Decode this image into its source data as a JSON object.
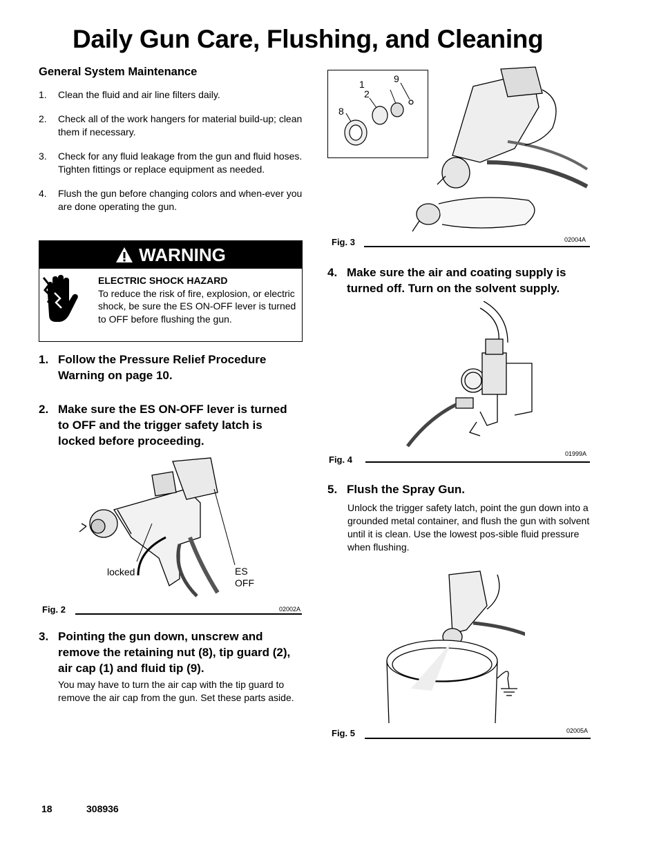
{
  "page": {
    "title": "Daily Gun Care, Flushing, and Cleaning",
    "page_number": "18",
    "doc_number": "308936"
  },
  "maintenance": {
    "heading": "General System Maintenance",
    "items": [
      {
        "num": "1.",
        "text": "Clean the fluid and air line filters daily."
      },
      {
        "num": "2.",
        "text": "Check all of the work hangers for material build-up; clean them if necessary."
      },
      {
        "num": "3.",
        "text": "Check for any fluid leakage from the gun and fluid hoses. Tighten fittings or replace equipment as needed."
      },
      {
        "num": "4.",
        "text": "Flush the gun before changing colors and when-ever you are done operating the gun."
      }
    ]
  },
  "warning": {
    "label": "WARNING",
    "hazard": "ELECTRIC SHOCK HAZARD",
    "text": "To reduce the risk of fire, explosion, or electric shock, be sure the ES ON-OFF lever is turned to OFF before flushing the gun."
  },
  "steps": [
    {
      "num": "1.",
      "text": "Follow the Pressure Relief Procedure Warning on page 10."
    },
    {
      "num": "2.",
      "text": "Make sure the ES ON-OFF lever is turned to OFF and the trigger safety latch is locked before proceeding."
    },
    {
      "num": "3.",
      "text": "Pointing the gun down, unscrew and remove the retaining nut (8), tip guard (2), air cap (1) and fluid tip (9).",
      "body": "You may have to turn the air cap with the tip guard to remove the air cap from the gun. Set these parts aside."
    },
    {
      "num": "4.",
      "text": "Make sure the air and coating supply is turned off. Turn on the solvent supply."
    },
    {
      "num": "5.",
      "text": "Flush the Spray Gun.",
      "body": "Unlock the trigger safety latch, point the gun down into a grounded metal container, and flush the gun with solvent until it is clean.  Use the lowest pos-sible fluid pressure when flushing."
    }
  ],
  "figures": {
    "fig2": {
      "label": "Fig. 2",
      "code": "02002A",
      "callout_locked": "locked",
      "callout_es": "ES",
      "callout_off": "OFF"
    },
    "fig3": {
      "label": "Fig. 3",
      "code": "02004A",
      "parts": [
        "1",
        "9",
        "2",
        "8"
      ]
    },
    "fig4": {
      "label": "Fig. 4",
      "code": "01999A"
    },
    "fig5": {
      "label": "Fig. 5",
      "code": "02005A"
    }
  }
}
